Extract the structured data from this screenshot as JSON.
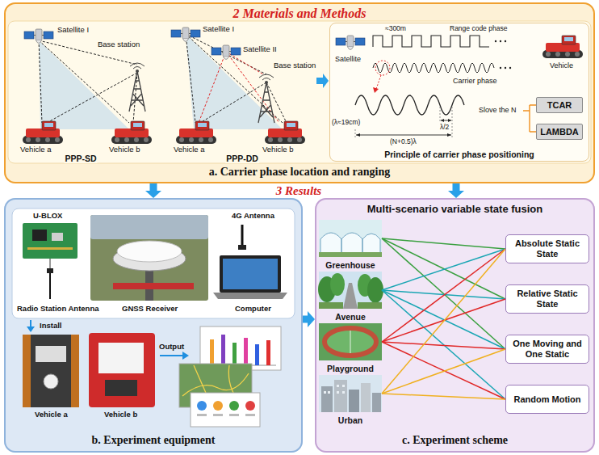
{
  "diagram": {
    "nodes": [
      {
        "text": [
          "2 Materials and Methods",
          "a. Carrier phase location and ranging"
        ]
      },
      {
        "text": [
          "Principle of carrier phase positioning"
        ],
        "in": 0
      },
      {
        "text": [
          "TCAR"
        ],
        "in": 1
      },
      {
        "text": [
          "LAMBDA"
        ],
        "in": 1
      },
      {
        "text": [
          "b. Experiment equipment"
        ]
      },
      {
        "text": [
          "Multi-scenario variable state fusion",
          "c. Experiment scheme"
        ]
      },
      {
        "text": [
          "Greenhouse"
        ],
        "in": 5
      },
      {
        "text": [
          "Avenue"
        ],
        "in": 5
      },
      {
        "text": [
          "Playground"
        ],
        "in": 5
      },
      {
        "text": [
          "Urban"
        ],
        "in": 5
      },
      {
        "text": [
          "Absolute Static State"
        ],
        "in": 5
      },
      {
        "text": [
          "Relative Static State"
        ],
        "in": 5
      },
      {
        "text": [
          "One Moving and One Static"
        ],
        "in": 5
      },
      {
        "text": [
          "Random Motion"
        ],
        "in": 5
      }
    ],
    "edges": [
      {
        "from": 0,
        "to": 4,
        "arrow": "to"
      },
      {
        "from": 0,
        "to": 5,
        "arrow": "to"
      },
      {
        "from": 4,
        "to": 5,
        "arrow": "to"
      },
      {
        "from": 6,
        "to": 10,
        "arrow": "none"
      },
      {
        "from": 6,
        "to": 11,
        "arrow": "none"
      },
      {
        "from": 6,
        "to": 12,
        "arrow": "none"
      },
      {
        "from": 7,
        "to": 10,
        "arrow": "none"
      },
      {
        "from": 7,
        "to": 11,
        "arrow": "none"
      },
      {
        "from": 7,
        "to": 12,
        "arrow": "none"
      },
      {
        "from": 7,
        "to": 13,
        "arrow": "none"
      },
      {
        "from": 8,
        "to": 10,
        "arrow": "none"
      },
      {
        "from": 8,
        "to": 11,
        "arrow": "none"
      },
      {
        "from": 8,
        "to": 12,
        "arrow": "none"
      },
      {
        "from": 8,
        "to": 13,
        "arrow": "none"
      },
      {
        "from": 9,
        "to": 10,
        "arrow": "none"
      },
      {
        "from": 9,
        "to": 12,
        "arrow": "none"
      },
      {
        "from": 9,
        "to": 13,
        "arrow": "none"
      }
    ],
    "labels": [
      "3 Results",
      "Satellite I",
      "Base station",
      "Vehicle a",
      "Vehicle b",
      "PPP-SD",
      "Satellite I",
      "Satellite II",
      "Base station",
      "Vehicle a",
      "Vehicle b",
      "PPP-DD",
      "Satellite",
      "≈300m",
      "Range code phase",
      "Vehicle",
      "Carrier phase",
      "(λ≈19cm)",
      "λ/2",
      "(N+0.5)λ",
      "Slove the N",
      "U-BLOX",
      "4G Antenna",
      "Radio Station Antenna",
      "GNSS Receiver",
      "Computer",
      "Install",
      "Vehicle a",
      "Vehicle b",
      "Output"
    ]
  }
}
